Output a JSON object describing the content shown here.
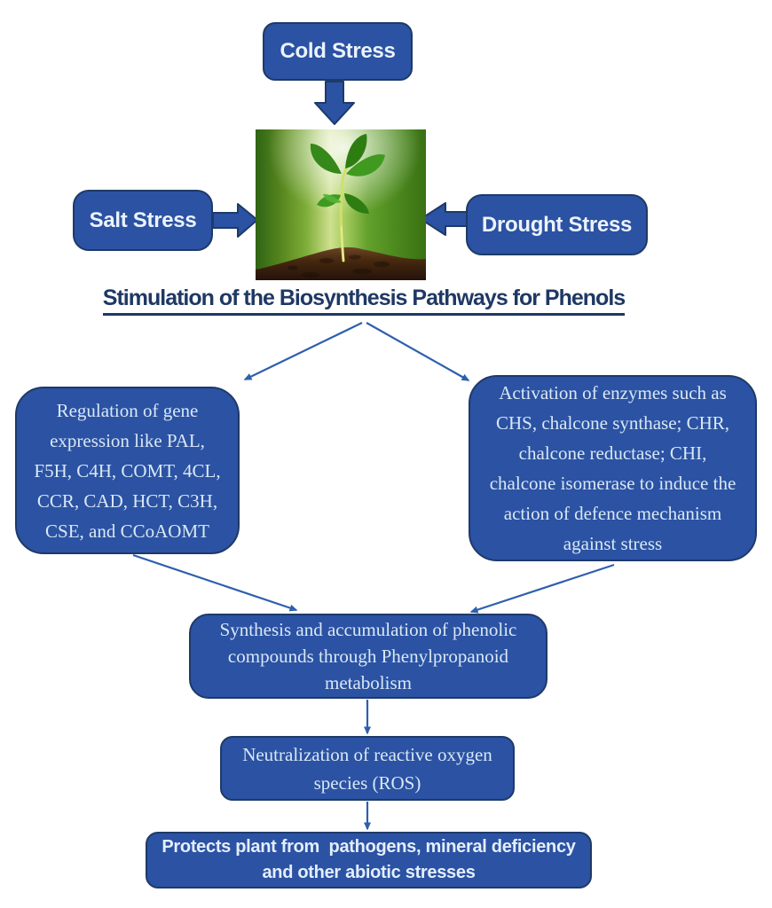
{
  "title": {
    "text": "Stimulation of the Biosynthesis Pathways for Phenols"
  },
  "colors": {
    "node_fill": "#2b52a3",
    "node_border": "#1e3a67",
    "node_text": "#d9e8f5",
    "title_text": "#1f3864",
    "arrow": "#2e5fad"
  },
  "nodes": {
    "cold_stress": {
      "label": "Cold Stress"
    },
    "salt_stress": {
      "label": "Salt Stress"
    },
    "drought_stress": {
      "label": "Drought Stress"
    },
    "gene_regulation": {
      "lines": [
        "Regulation of gene",
        "expression like PAL,",
        "F5H, C4H, COMT, 4CL,",
        "CCR, CAD, HCT, C3H,",
        "CSE, and CCoAOMT"
      ]
    },
    "enzyme_activation": {
      "lines": [
        "Activation of enzymes such as",
        "CHS, chalcone synthase; CHR,",
        "chalcone reductase; CHI,",
        "chalcone isomerase to induce the",
        "action of defence mechanism",
        "against stress"
      ]
    },
    "synthesis": {
      "lines": [
        "Synthesis and accumulation of phenolic",
        "compounds through Phenylpropanoid",
        "metabolism"
      ]
    },
    "neutralization": {
      "lines": [
        "Neutralization of reactive oxygen",
        "species (ROS)"
      ]
    },
    "protection": {
      "lines": [
        "Protects plant from  pathogens, mineral deficiency",
        "and other abiotic stresses"
      ]
    }
  },
  "image": {
    "alt": "Seedling growing from a mound of soil against a blurred green background"
  }
}
